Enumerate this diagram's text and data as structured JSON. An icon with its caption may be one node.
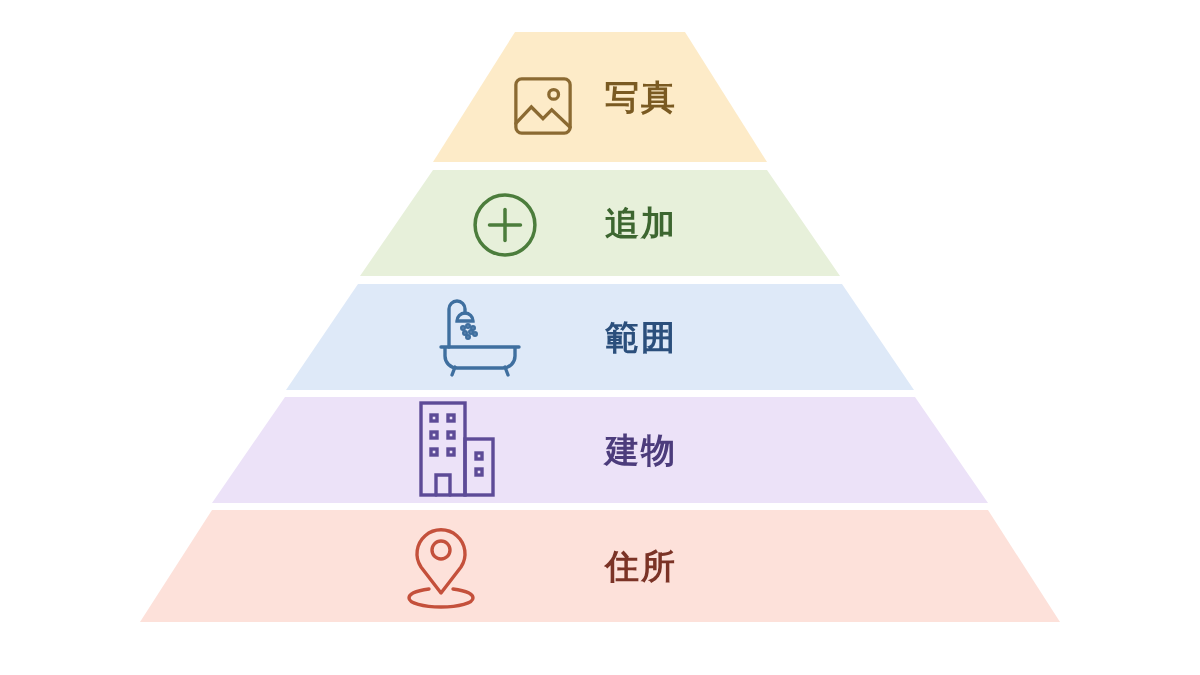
{
  "diagram": {
    "nodes": [
      {
        "text": [
          "写真"
        ]
      },
      {
        "text": [
          "追加"
        ]
      },
      {
        "text": [
          "範囲"
        ]
      },
      {
        "text": [
          "建物"
        ]
      },
      {
        "text": [
          "住所"
        ]
      }
    ]
  }
}
